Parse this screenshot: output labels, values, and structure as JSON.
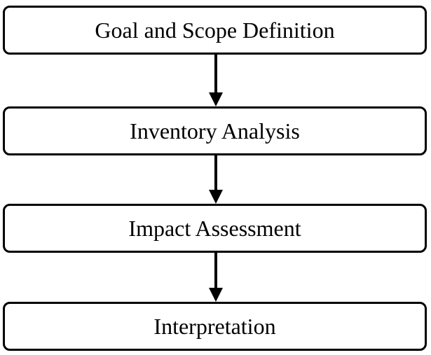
{
  "diagram": {
    "type": "flowchart",
    "direction": "top-to-bottom",
    "steps": [
      {
        "label": "Goal and Scope Definition"
      },
      {
        "label": "Inventory Analysis"
      },
      {
        "label": "Impact Assessment"
      },
      {
        "label": "Interpretation"
      }
    ],
    "connections": [
      {
        "from": 0,
        "to": 1
      },
      {
        "from": 1,
        "to": 2
      },
      {
        "from": 2,
        "to": 3
      }
    ],
    "colors": {
      "stroke": "#000000",
      "fill": "#ffffff",
      "text": "#000000"
    }
  }
}
